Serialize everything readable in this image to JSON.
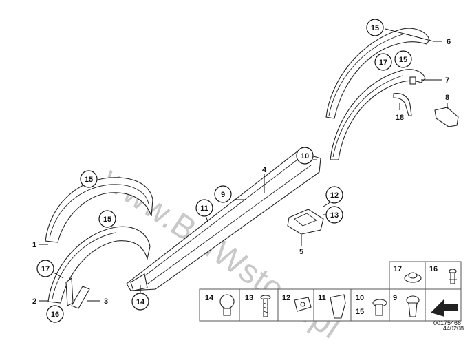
{
  "watermark": "www.BMWstore.pl",
  "callouts": {
    "c15a": "15",
    "c6": "6",
    "c17a": "17",
    "c15b": "15",
    "c7": "7",
    "c8": "8",
    "c18": "18",
    "c10": "10",
    "c4": "4",
    "c9": "9",
    "c11": "11",
    "c12": "12",
    "c13": "13",
    "c5": "5",
    "c15c": "15",
    "c15d": "15",
    "c1": "1",
    "c17b": "17",
    "c2": "2",
    "c3": "3",
    "c16": "16",
    "c14": "14"
  },
  "legend": {
    "l17": "17",
    "l16": "16",
    "l14": "14",
    "l13": "13",
    "l12": "12",
    "l11": "11",
    "l10": "10",
    "l15": "15",
    "l9": "9"
  },
  "codes": {
    "code_a": "00175466",
    "code_b": "440208"
  }
}
